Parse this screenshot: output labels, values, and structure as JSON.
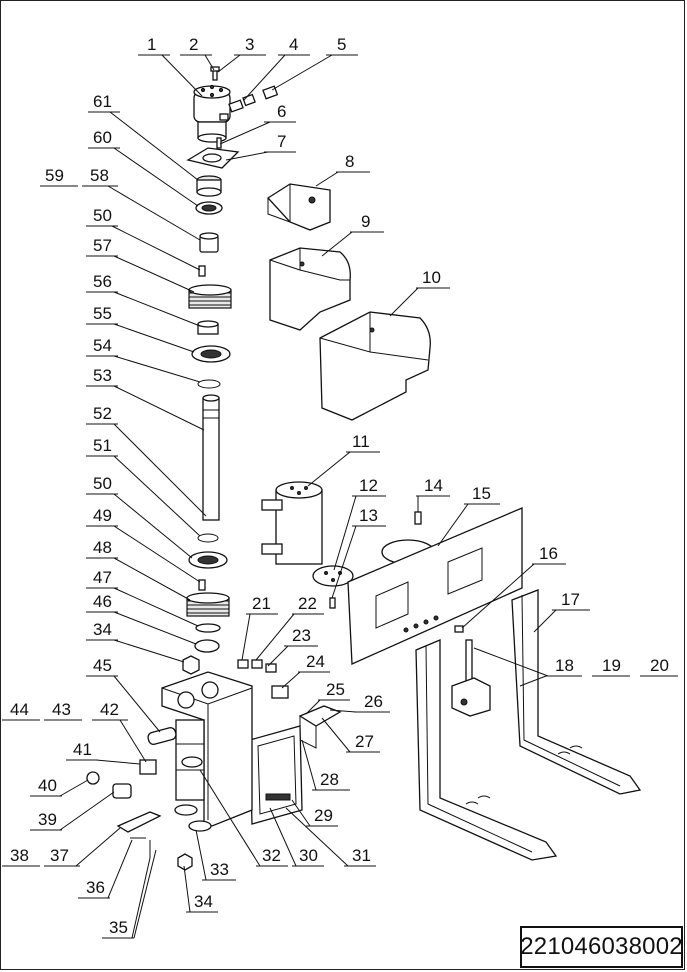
{
  "drawing_number": "221046038002",
  "callouts": [
    "1",
    "2",
    "3",
    "4",
    "5",
    "6",
    "7",
    "8",
    "9",
    "10",
    "11",
    "12",
    "13",
    "14",
    "15",
    "16",
    "17",
    "18",
    "19",
    "20",
    "21",
    "22",
    "23",
    "24",
    "25",
    "26",
    "27",
    "28",
    "29",
    "30",
    "31",
    "32",
    "33",
    "34",
    "34",
    "35",
    "36",
    "37",
    "38",
    "39",
    "40",
    "41",
    "42",
    "43",
    "44",
    "45",
    "46",
    "47",
    "48",
    "49",
    "50",
    "50",
    "51",
    "52",
    "53",
    "54",
    "55",
    "56",
    "57",
    "58",
    "59",
    "60",
    "61"
  ]
}
